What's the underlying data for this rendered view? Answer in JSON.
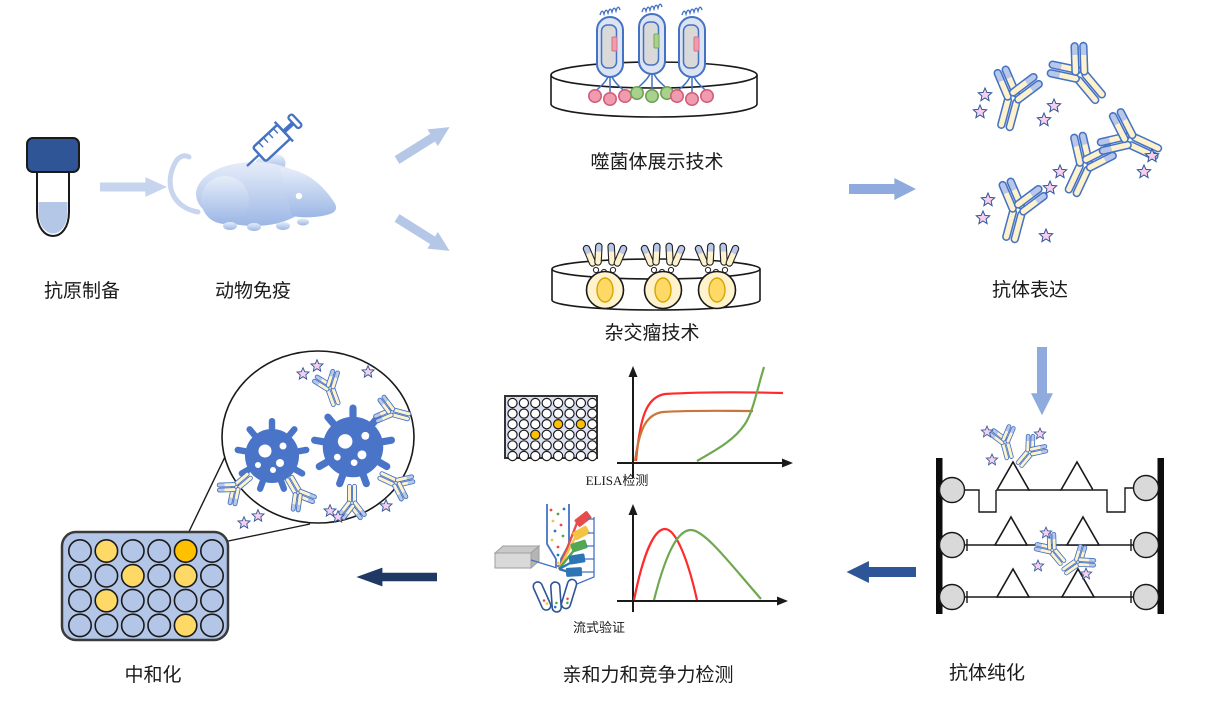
{
  "labels": {
    "antigen_prep": "抗原制备",
    "animal_immunization": "动物免疫",
    "phage_display": "噬菌体展示技术",
    "hybridoma": "杂交瘤技术",
    "antibody_expression": "抗体表达",
    "antibody_purification": "抗体纯化",
    "elisa_assay": "ELISA检测",
    "flow_validation": "流式验证",
    "affinity_competition": "亲和力和竞争力检测",
    "neutralization": "中和化"
  },
  "colors": {
    "outline_blue": "#4472c4",
    "light_blue": "#b4c7e7",
    "arrow_light": "#c6d4ee",
    "arrow_mid": "#b4c7e7",
    "arrow_medium": "#8faadc",
    "arrow_dark": "#2e5597",
    "arrow_navy": "#203864",
    "antibody_cream": "#fdf2cd",
    "antibody_tip": "#b9c7e8",
    "well_yellow": "#ffd966",
    "well_orange": "#ffc000",
    "cell_body": "#fff2cc",
    "cell_nucleus": "#ffd966",
    "gray_fill": "#d9d9d9",
    "phage_pink": "#f19cae",
    "phage_green": "#a9d18e",
    "curve_red": "#ff2a2a",
    "curve_orange": "#c9763a",
    "curve_green": "#6fa84f",
    "virus_blue": "#4a74c8",
    "tube_cap_blue": "#2f5597",
    "antigen_star": "#f6d0ec"
  },
  "plates": {
    "elisa": {
      "rows": 6,
      "cols": 8,
      "orange_wells": [
        [
          2,
          4
        ],
        [
          2,
          6
        ],
        [
          3,
          2
        ]
      ]
    },
    "neutralization": {
      "rows": 4,
      "cols": 6,
      "yellow_wells": [
        [
          0,
          1
        ],
        [
          1,
          2
        ],
        [
          1,
          4
        ],
        [
          2,
          1
        ],
        [
          3,
          4
        ]
      ],
      "orange_wells": [
        [
          0,
          4
        ]
      ]
    }
  },
  "arrows": [
    {
      "from": "antigen_prep",
      "to": "animal_immunization",
      "style": "light"
    },
    {
      "from": "animal_immunization",
      "to": "phage_display",
      "style": "mid"
    },
    {
      "from": "animal_immunization",
      "to": "hybridoma",
      "style": "mid"
    },
    {
      "from": "phage_display",
      "to": "antibody_expression",
      "style": "medium"
    },
    {
      "from": "antibody_expression",
      "to": "antibody_purification",
      "style": "medium"
    },
    {
      "from": "antibody_purification",
      "to": "affinity_competition",
      "style": "dark"
    },
    {
      "from": "affinity_competition",
      "to": "neutralization",
      "style": "navy"
    }
  ],
  "charts": [
    {
      "name": "elisa_binding_curves",
      "type": "line",
      "description": "schematic sigmoidal binding curves, unlabeled axes",
      "series": [
        {
          "name": "high-plateau sigmoid",
          "color_key": "curve_red"
        },
        {
          "name": "low-plateau sigmoid",
          "color_key": "curve_orange"
        },
        {
          "name": "late rising curve",
          "color_key": "curve_green"
        }
      ]
    },
    {
      "name": "flow_histograms",
      "type": "line",
      "description": "two overlapping bell-shaped histograms, unlabeled axes",
      "series": [
        {
          "name": "red population",
          "color_key": "curve_red"
        },
        {
          "name": "green population (right-shifted)",
          "color_key": "curve_green"
        }
      ]
    }
  ]
}
